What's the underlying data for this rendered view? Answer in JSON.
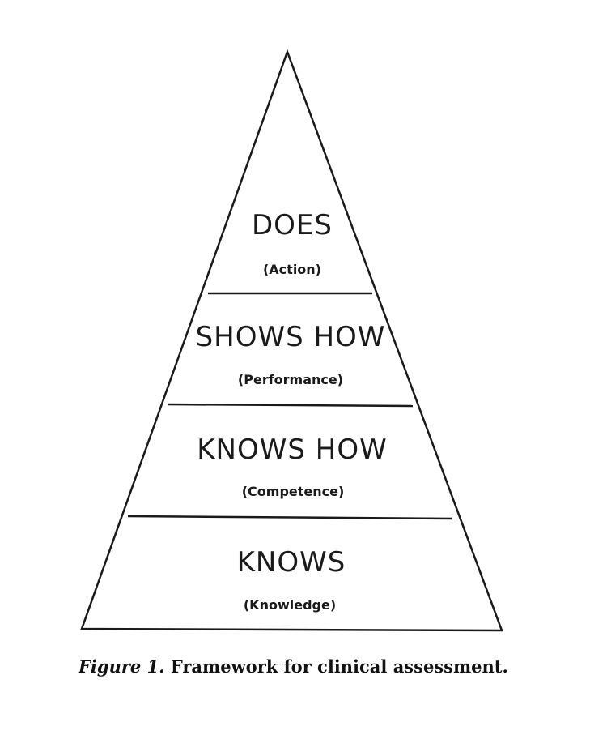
{
  "figure": {
    "tiers": [
      {
        "name": "DOES",
        "sub": "(Action)"
      },
      {
        "name": "SHOWS HOW",
        "sub": "(Performance)"
      },
      {
        "name": "KNOWS HOW",
        "sub": "(Competence)"
      },
      {
        "name": "KNOWS",
        "sub": "(Knowledge)"
      }
    ],
    "caption_lead": "Figure 1.",
    "caption_text": "Framework for clinical assessment."
  }
}
